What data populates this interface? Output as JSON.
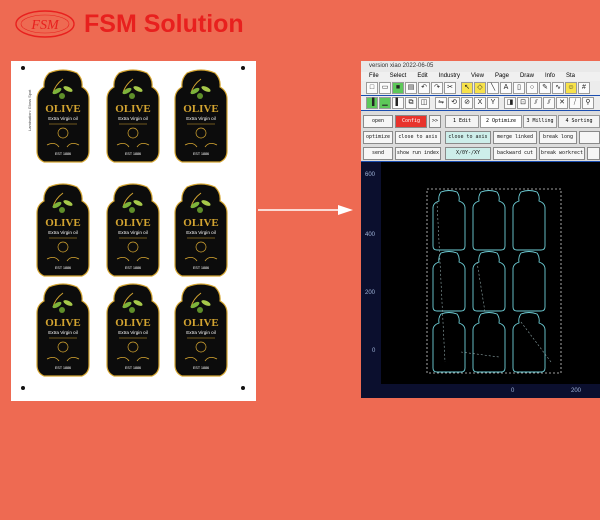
{
  "header": {
    "logo_text": "FSM",
    "brand_name": "FSM Solution"
  },
  "sheet": {
    "side_note": "Lamination: Gloss Spot",
    "label": {
      "brand": "OLIVE",
      "subtitle": "Extra Virgin oil",
      "est": "EST 1886"
    }
  },
  "software": {
    "window_title": "version xiao 2022-06-05",
    "menu": [
      "File",
      "Select",
      "Edit",
      "Industry",
      "View",
      "Page",
      "Draw",
      "Info",
      "Sta"
    ],
    "buttons": {
      "open": "open",
      "config": "Config",
      "more": ">>",
      "optimize": "optimize",
      "close_to_axis_1": "close to axis",
      "close_to_axis_2": "close to axis",
      "merge_linked": "merge linked",
      "break_long": "break long",
      "send": "send",
      "show_run_index": "show run index",
      "xy_rev": "X/0Y-/XY",
      "backward_cut": "backward cut",
      "break_workrect": "break workrect"
    },
    "tabs": [
      "1 Edit",
      "2 Optimize",
      "3 Milling",
      "4 Sorting"
    ],
    "ruler": {
      "y_ticks": [
        "600",
        "400",
        "200",
        "0"
      ],
      "x_ticks": [
        "0",
        "200"
      ]
    }
  },
  "colors": {
    "background": "#ee6a52",
    "brand_red": "#e8201e",
    "label_black": "#0c0c0c",
    "label_gold": "#d4a531",
    "cut_cyan": "#6fd0d8"
  }
}
